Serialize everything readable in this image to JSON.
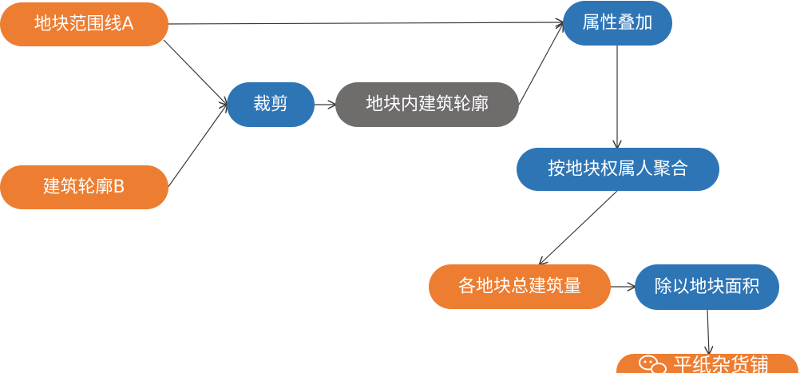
{
  "colors": {
    "orange": "#ED7D31",
    "blue": "#2E75B6",
    "gray": "#6F6C6C",
    "edge": "#3A3A3A"
  },
  "nodes": {
    "land_boundary_a": "地块范围线A",
    "building_outline_b": "建筑轮廓B",
    "clip": "裁剪",
    "buildings_in_parcel": "地块内建筑轮廓",
    "attribute_overlay": "属性叠加",
    "aggregate_by_owner": "按地块权属人聚合",
    "total_building_area": "各地块总建筑量",
    "divide_by_parcel_area": "除以地块面积"
  },
  "watermark": {
    "text": "平纸杂货铺",
    "icon": "wechat-icon"
  }
}
